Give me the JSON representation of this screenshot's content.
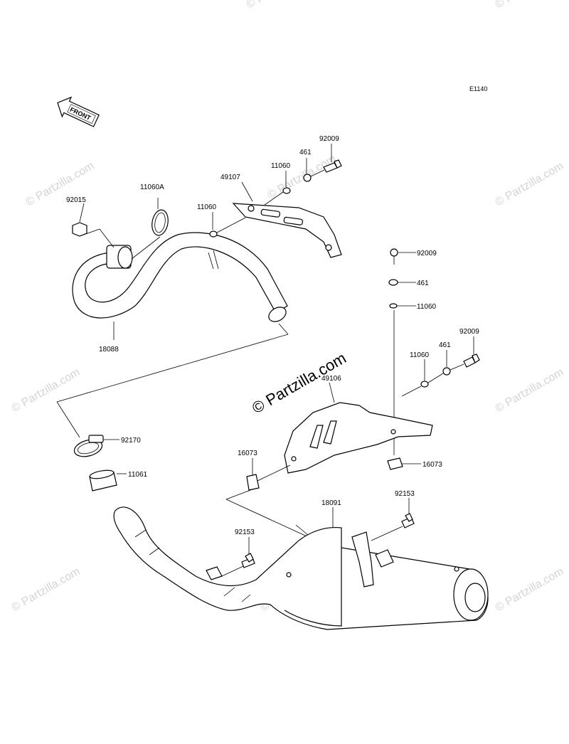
{
  "diagram": {
    "code": "E1140",
    "front_label": "FRONT",
    "watermark": "© Partzilla.com",
    "watermark_main": "© Partzilla.com",
    "parts": [
      {
        "id": "p92015",
        "label": "92015"
      },
      {
        "id": "p11060A",
        "label": "11060A"
      },
      {
        "id": "p11060_a",
        "label": "11060"
      },
      {
        "id": "p49107",
        "label": "49107"
      },
      {
        "id": "p11060_b",
        "label": "11060"
      },
      {
        "id": "p461_a",
        "label": "461"
      },
      {
        "id": "p92009_a",
        "label": "92009"
      },
      {
        "id": "p18088",
        "label": "18088"
      },
      {
        "id": "p92009_b",
        "label": "92009"
      },
      {
        "id": "p461_b",
        "label": "461"
      },
      {
        "id": "p11060_c",
        "label": "11060"
      },
      {
        "id": "p92009_c",
        "label": "92009"
      },
      {
        "id": "p461_c",
        "label": "461"
      },
      {
        "id": "p11060_d",
        "label": "11060"
      },
      {
        "id": "p49106",
        "label": "49106"
      },
      {
        "id": "p92170",
        "label": "92170"
      },
      {
        "id": "p16073_a",
        "label": "16073"
      },
      {
        "id": "p16073_b",
        "label": "16073"
      },
      {
        "id": "p11061",
        "label": "11061"
      },
      {
        "id": "p92153_a",
        "label": "92153"
      },
      {
        "id": "p18091",
        "label": "18091"
      },
      {
        "id": "p92153_b",
        "label": "92153"
      }
    ]
  }
}
